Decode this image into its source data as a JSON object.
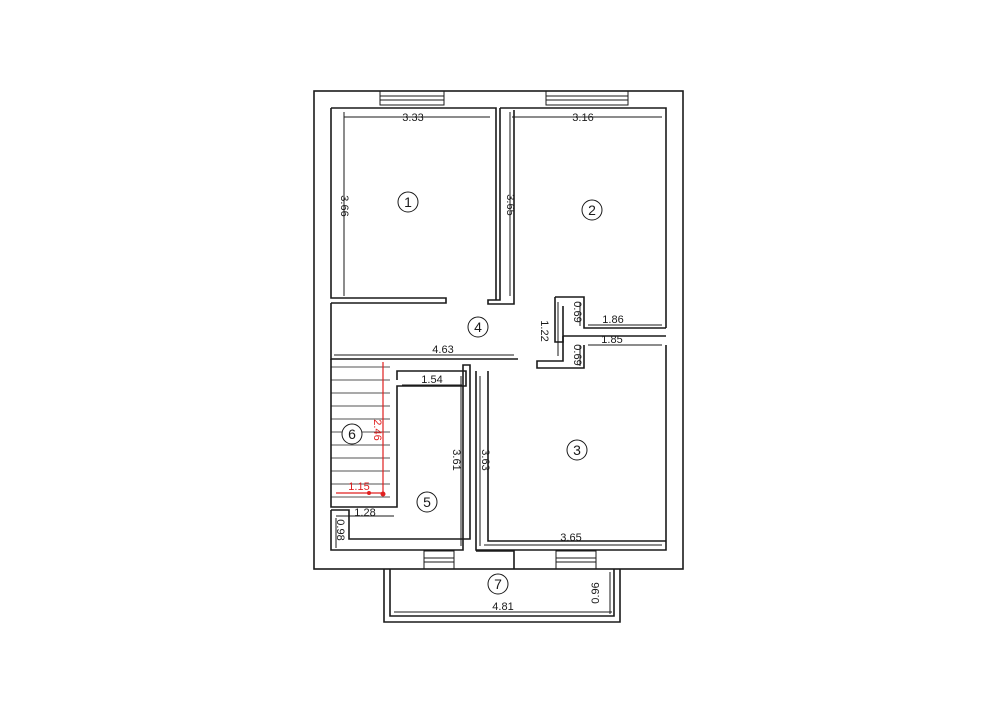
{
  "rooms": [
    {
      "id": "1",
      "label": "1"
    },
    {
      "id": "2",
      "label": "2"
    },
    {
      "id": "3",
      "label": "3"
    },
    {
      "id": "4",
      "label": "4"
    },
    {
      "id": "5",
      "label": "5"
    },
    {
      "id": "6",
      "label": "6"
    },
    {
      "id": "7",
      "label": "7"
    }
  ],
  "dimensions": {
    "room1_width": "3.33",
    "room1_height": "3.66",
    "room2_width": "3.16",
    "room2_height": "3.65",
    "corridor_width": "4.63",
    "small_room_a_width": "1.86",
    "small_room_a_height": "0.69",
    "small_room_b_width": "1.85",
    "small_room_b_height": "0.69",
    "hall_gap": "1.22",
    "room5_top_width": "1.54",
    "room5_height": "3.61",
    "room3_height": "3.63",
    "room3_width": "3.65",
    "stair_length": "2.46",
    "stair_width": "1.15",
    "niche_width": "1.28",
    "niche_height": "0.98",
    "balcony_width": "4.81",
    "balcony_depth": "0.96"
  },
  "colors": {
    "line": "#1a1a1a",
    "stair_dimension": "#e02020"
  }
}
